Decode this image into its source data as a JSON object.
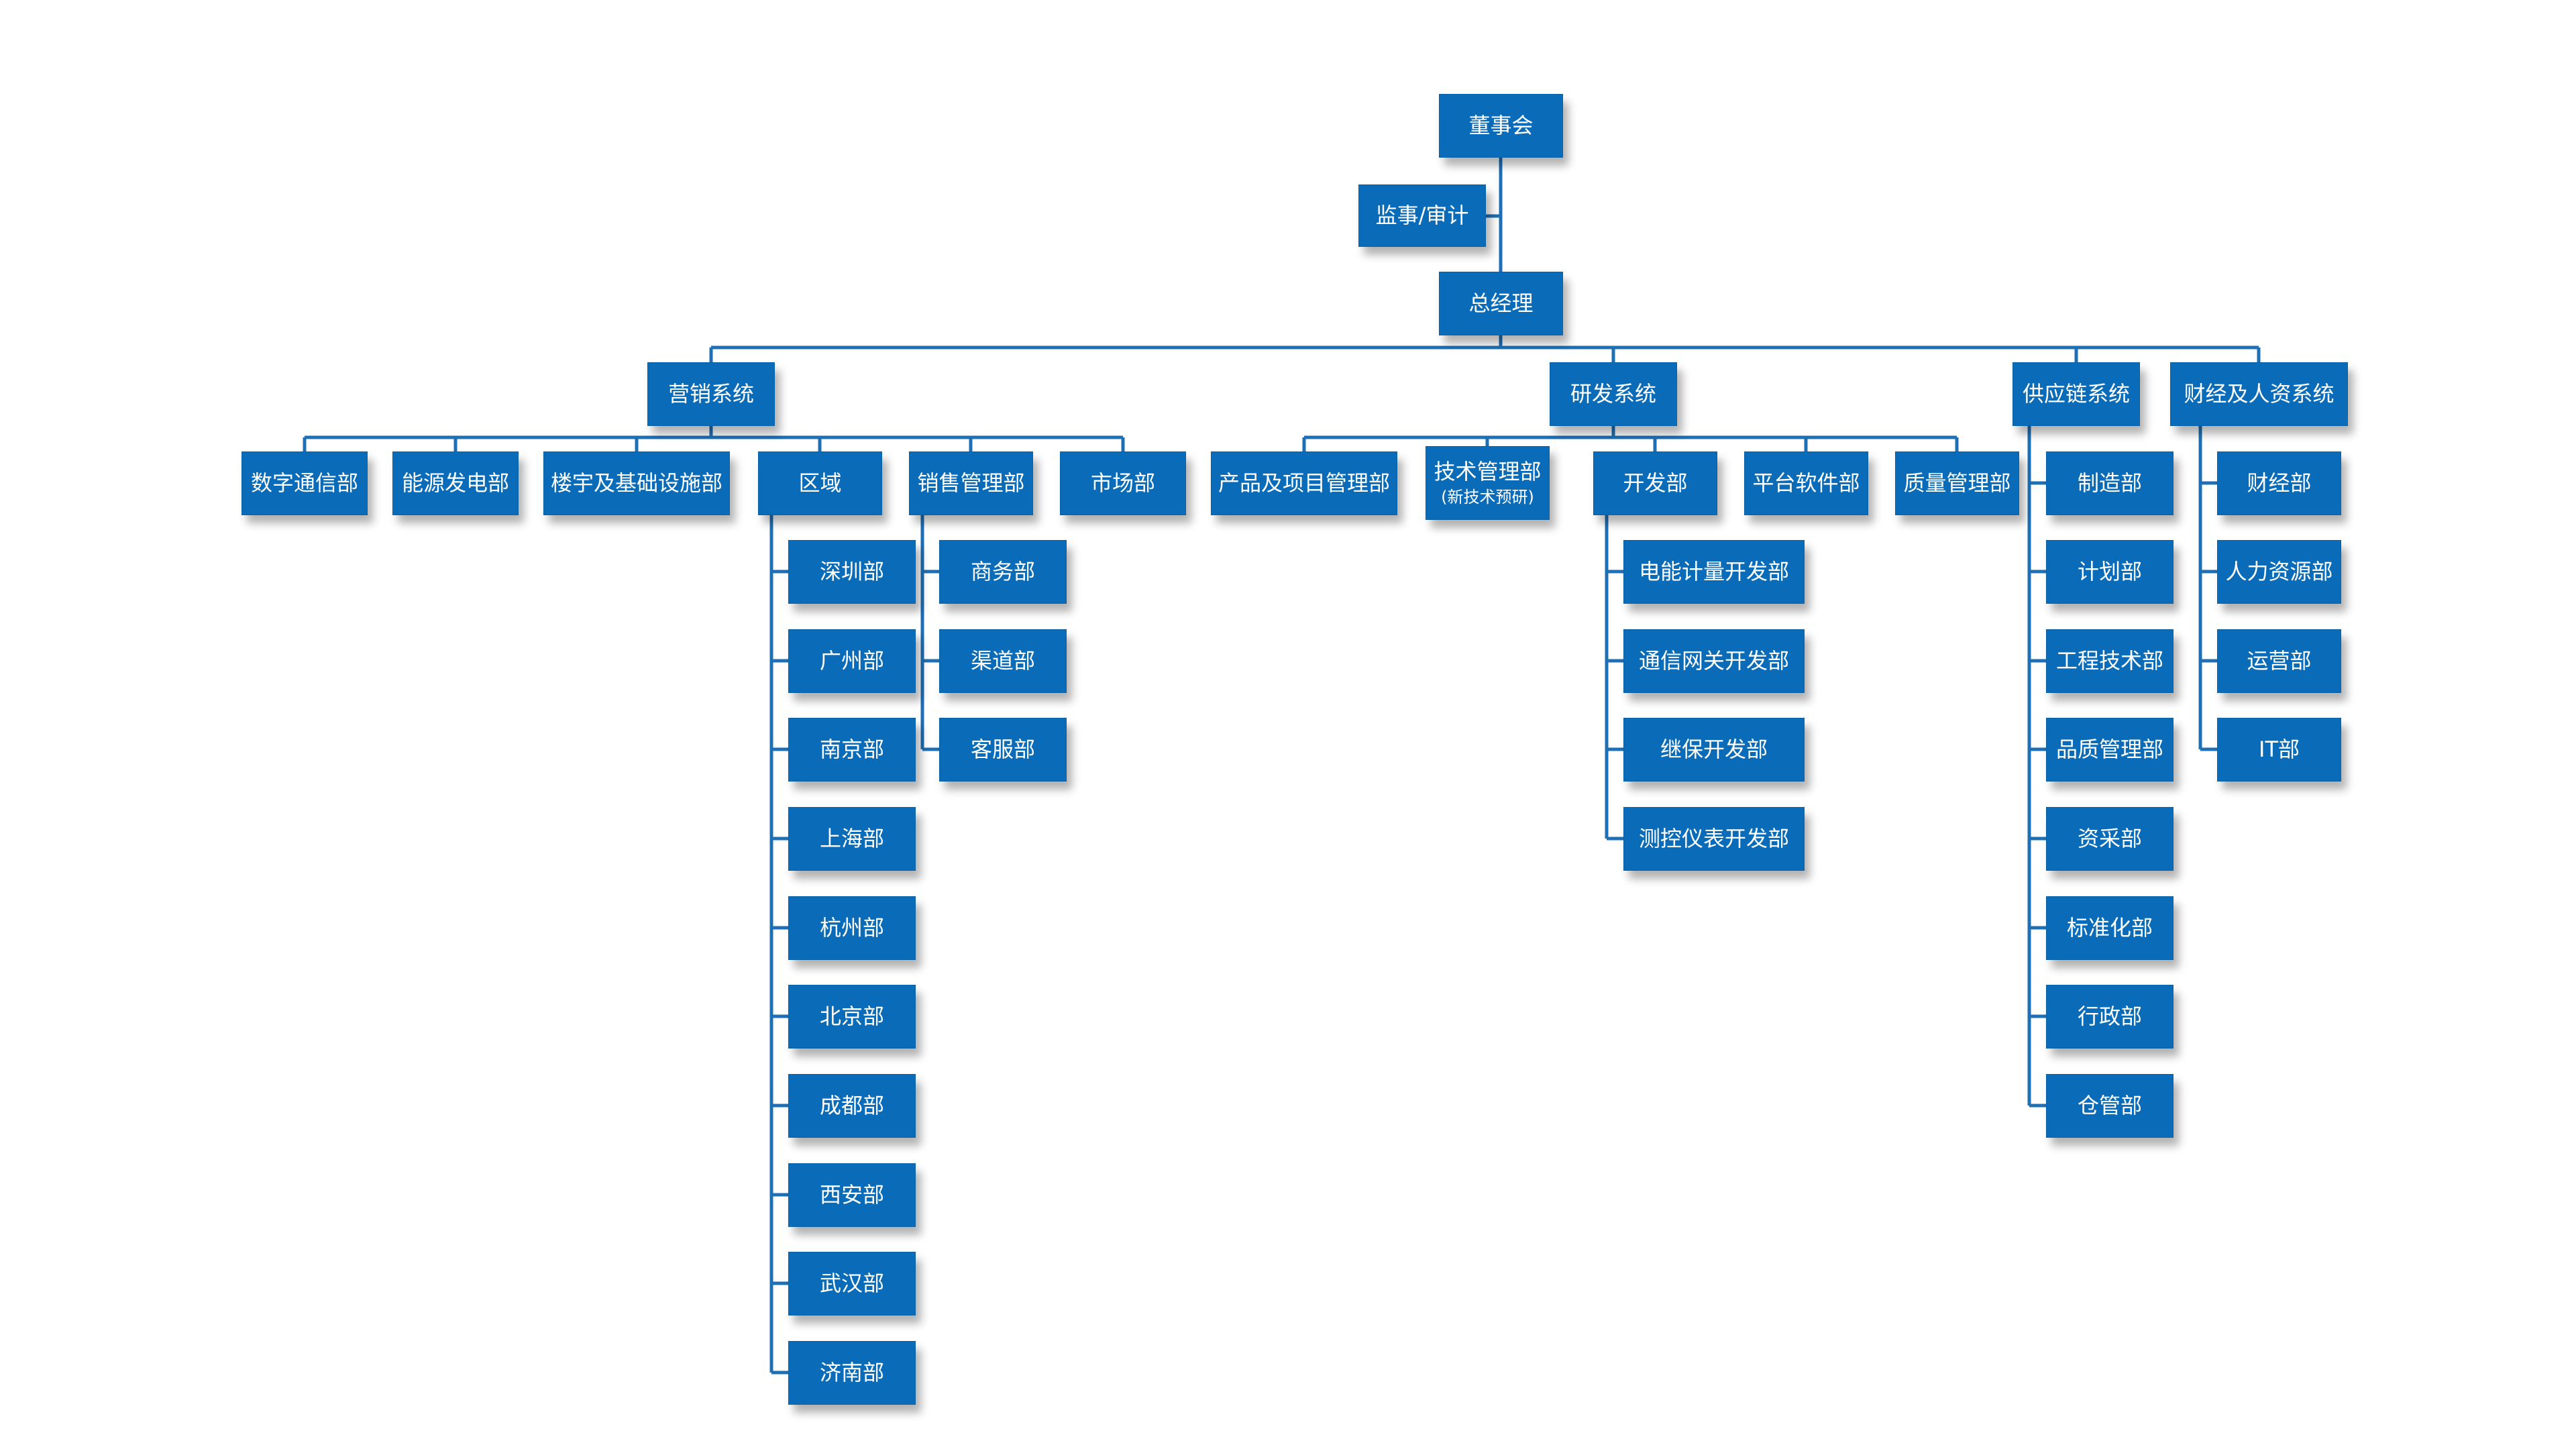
{
  "nodes": {
    "board": "董事会",
    "supervisor": "监事/审计",
    "gm": "总经理",
    "sales_system": "营销系统",
    "rnd_system": "研发系统",
    "supply_system": "供应链系统",
    "finance_system": "财经及人资系统",
    "digital_comm": "数字通信部",
    "energy_power": "能源发电部",
    "building_infra": "楼宇及基础设施部",
    "region": "区域",
    "sales_mgmt": "销售管理部",
    "market": "市场部",
    "shenzhen": "深圳部",
    "guangzhou": "广州部",
    "nanjing": "南京部",
    "shanghai": "上海部",
    "hangzhou": "杭州部",
    "beijing": "北京部",
    "chengdu": "成都部",
    "xian": "西安部",
    "wuhan": "武汉部",
    "jinan": "济南部",
    "business": "商务部",
    "channel": "渠道部",
    "customer_service": "客服部",
    "product_project": "产品及项目管理部",
    "tech_mgmt": "技术管理部",
    "tech_mgmt_sub": "(新技术预研)",
    "development": "开发部",
    "platform_software": "平台软件部",
    "quality_mgmt": "质量管理部",
    "metering_dev": "电能计量开发部",
    "gateway_dev": "通信网关开发部",
    "relay_dev": "继保开发部",
    "instrument_dev": "测控仪表开发部",
    "manufacturing": "制造部",
    "planning": "计划部",
    "engineering_tech": "工程技术部",
    "quality_control": "品质管理部",
    "procurement": "资采部",
    "standardization": "标准化部",
    "administration": "行政部",
    "warehouse": "仓管部",
    "finance": "财经部",
    "hr": "人力资源部",
    "operations": "运营部",
    "it": "IT部"
  },
  "colors": {
    "box": "#0a6cb8",
    "line": "#1f6fb5",
    "text": "#ffffff"
  }
}
